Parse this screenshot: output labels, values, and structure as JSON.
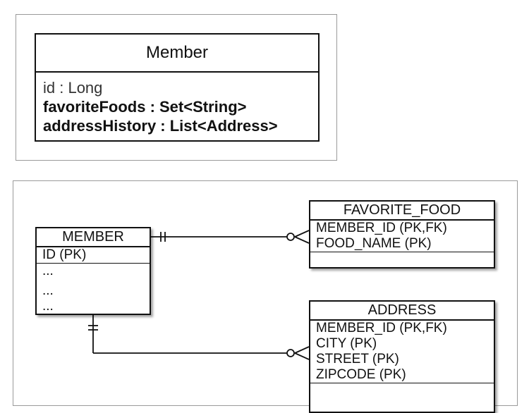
{
  "class_diagram": {
    "class_name": "Member",
    "attributes": [
      {
        "text": "id : Long",
        "style": "light"
      },
      {
        "text": "favoriteFoods : Set<String>",
        "style": "bold"
      },
      {
        "text": "addressHistory : List<Address>",
        "style": "bold"
      }
    ]
  },
  "erd": {
    "member": {
      "name": "MEMBER",
      "pk": [
        "ID (PK)"
      ],
      "rest": [
        "...",
        "...",
        "..."
      ]
    },
    "favorite_food": {
      "name": "FAVORITE_FOOD",
      "pk": [
        "MEMBER_ID (PK,FK)",
        "FOOD_NAME (PK)"
      ],
      "rest": []
    },
    "address": {
      "name": "ADDRESS",
      "pk": [
        "MEMBER_ID (PK,FK)",
        "CITY (PK)",
        "STREET (PK)",
        "ZIPCODE (PK)"
      ],
      "rest": []
    },
    "relationships": [
      {
        "from": "MEMBER",
        "to": "FAVORITE_FOOD",
        "from_cardinality": "one-and-only-one",
        "to_cardinality": "zero-or-many"
      },
      {
        "from": "MEMBER",
        "to": "ADDRESS",
        "from_cardinality": "one-and-only-one",
        "to_cardinality": "zero-or-many"
      }
    ]
  }
}
